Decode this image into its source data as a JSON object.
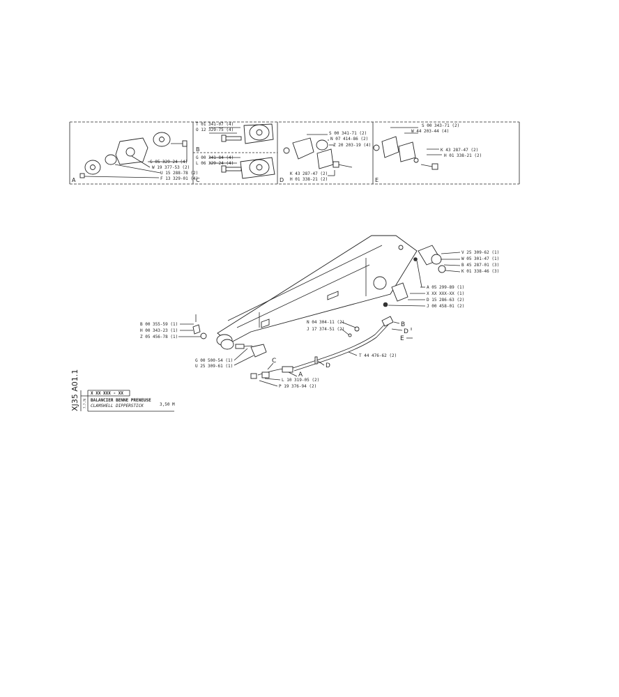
{
  "detail_panels": {
    "A": {
      "letter": "A",
      "labels": [
        "G 05 329-24 (4)",
        "W 19 377-53 (2)",
        "U 15 288-78 (2)",
        "F 13 329-01 (4)"
      ]
    },
    "B": {
      "letter": "B",
      "labels": [
        "T 01 341-07 (4)",
        "O 12 329-75 (4)"
      ]
    },
    "C": {
      "letter": "C",
      "labels": [
        "G 00 341-84 (4)",
        "L 06 329-24 (4)"
      ]
    },
    "D": {
      "letter": "D",
      "labels": [
        "S 00 341-71 (2)",
        "N 07 414-86 (2)",
        "Z 20 203-19 (4)",
        "K 43 287-47 (2)",
        "H 01 338-21 (2)"
      ]
    },
    "E": {
      "letter": "E",
      "labels": [
        "S 00 343-71 (2)",
        "W 44 203-44 (4)",
        "K 43 287-47 (2)",
        "H 01 338-21 (2)"
      ]
    }
  },
  "main_labels": {
    "right_top": [
      "V 25 309-62 (1)",
      "W 05 301-47 (1)",
      "B 45 287-01 (3)",
      "K 01 338-46 (3)"
    ],
    "right_mid": [
      "A 05 299-89 (1)",
      "X XX XXX-XX (1)",
      "D 15 286-63 (2)",
      "J 00 458-01 (2)"
    ],
    "left": [
      "B 00 355-59 (1)",
      "H 00 343-23 (1)",
      "Z 05 456-78 (1)"
    ],
    "lower_left": [
      "G 00 500-54 (1)",
      "U 25 309-61 (1)"
    ],
    "center": [
      "N 04 304-11 (2)",
      "J 17 374-51 (2)"
    ],
    "hose": "T 44 476-62 (2)",
    "bottom": [
      "L 10 319-05 (2)",
      "P 19 376-94 (2)"
    ],
    "callouts": [
      "B",
      "D",
      "E",
      "C",
      "A",
      "D"
    ]
  },
  "title_block": {
    "code": "X XX XXX - XX",
    "title_fr": "BALANCIER BENNE PRENEUSE",
    "title_en": "CLAMSHELL DIPPERSTICK",
    "size": "3,50 M",
    "side_code": "XJ35 A01.1"
  }
}
